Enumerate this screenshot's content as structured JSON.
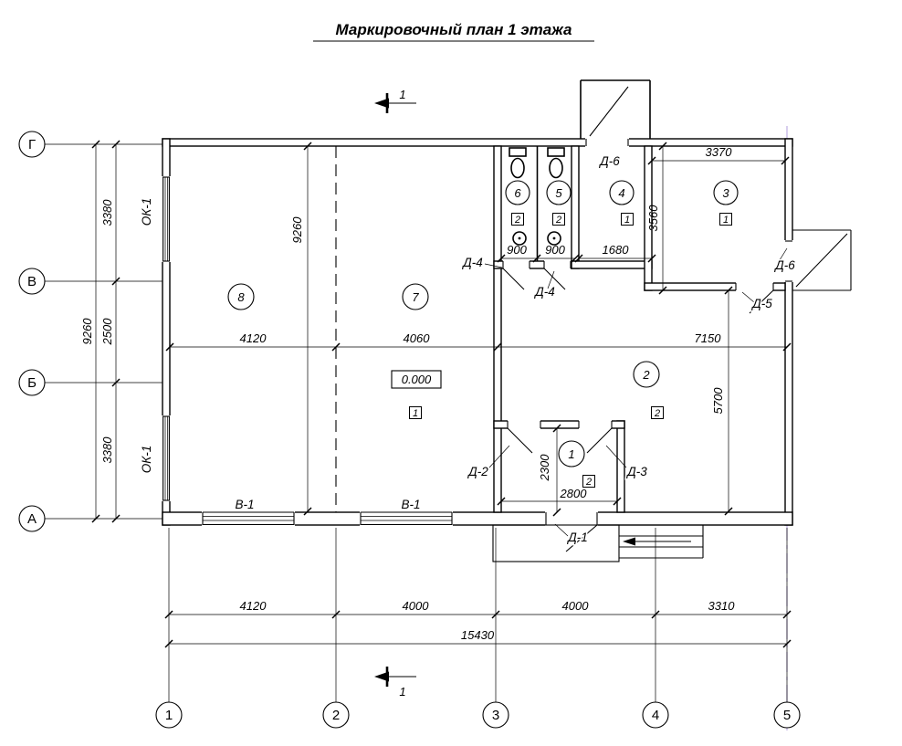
{
  "title": "Маркировочный план 1 этажа",
  "section_mark": "1",
  "axes": {
    "rows": [
      "Г",
      "В",
      "Б",
      "А"
    ],
    "cols": [
      "1",
      "2",
      "3",
      "4",
      "5"
    ]
  },
  "dimensions": {
    "left_total": "9260",
    "left_top": "3380",
    "left_mid": "2500",
    "left_bottom": "3380",
    "interior_height": "9260",
    "room3_width": "3370",
    "room4_height": "3560",
    "room4_width": "1680",
    "wc_left_width": "900",
    "wc_right_width": "900",
    "mid_left": "4120",
    "mid_center": "4060",
    "mid_right": "7150",
    "room2_height": "5700",
    "vestibule_height": "2300",
    "vestibule_width": "2800",
    "bottom_1": "4120",
    "bottom_2": "4000",
    "bottom_3": "4000",
    "bottom_4": "3310",
    "bottom_total": "15430",
    "elevation": "0.000"
  },
  "openings": {
    "window_ok1": "ОК-1",
    "window_v1": "В-1",
    "door_d1": "Д-1",
    "door_d2": "Д-2",
    "door_d3": "Д-3",
    "door_d4": "Д-4",
    "door_d5": "Д-5",
    "door_d6": "Д-6"
  },
  "rooms": {
    "r1": "1",
    "r2": "2",
    "r3": "3",
    "r4": "4",
    "r5": "5",
    "r6": "6",
    "r7": "7",
    "r8": "8"
  },
  "floor_types": {
    "type1": "1",
    "type2": "2"
  }
}
